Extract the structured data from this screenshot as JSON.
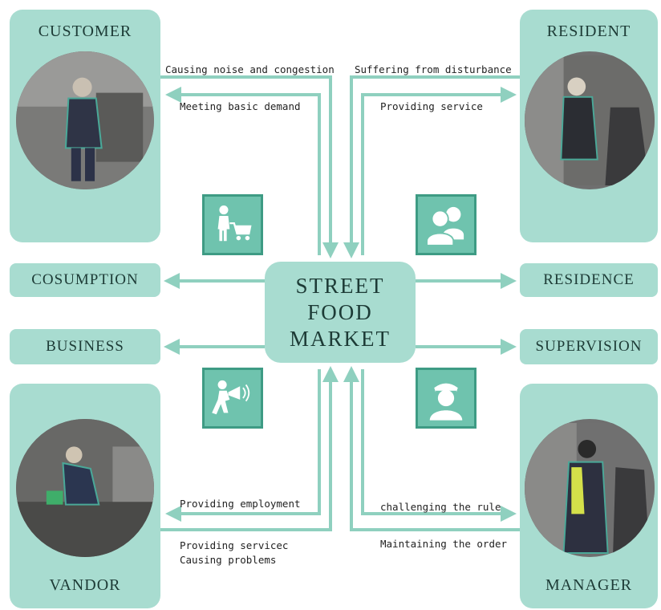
{
  "cards": {
    "customer": "CUSTOMER",
    "resident": "RESIDENT",
    "vandor": "VANDOR",
    "manager": "MANAGER"
  },
  "center": {
    "line1": "STREET",
    "line2": "FOOD",
    "line3": "MARKET"
  },
  "boxes": {
    "cosumption": "COSUMPTION",
    "business": "BUSINESS",
    "residence": "RESIDENCE",
    "supervision": "SUPERVISION"
  },
  "labels": {
    "customer_out": "Causing noise and congestion",
    "customer_in": "Meeting basic demand",
    "resident_out": "Suffering from disturbance",
    "resident_in": "Providing service",
    "vandor_in": "Providing employment",
    "vandor_out_1": "Providing servicec",
    "vandor_out_2": "Causing problems",
    "manager_in": "challenging the rule",
    "manager_out": "Maintaining the order"
  },
  "icons": [
    "shopping-cart-person-icon",
    "users-icon",
    "megaphone-runner-icon",
    "officer-icon"
  ],
  "colors": {
    "card": "#a8dcd0",
    "arrow": "#8fd0bf",
    "icon_tile": "#6fc3ae",
    "text": "#1d3b36"
  }
}
